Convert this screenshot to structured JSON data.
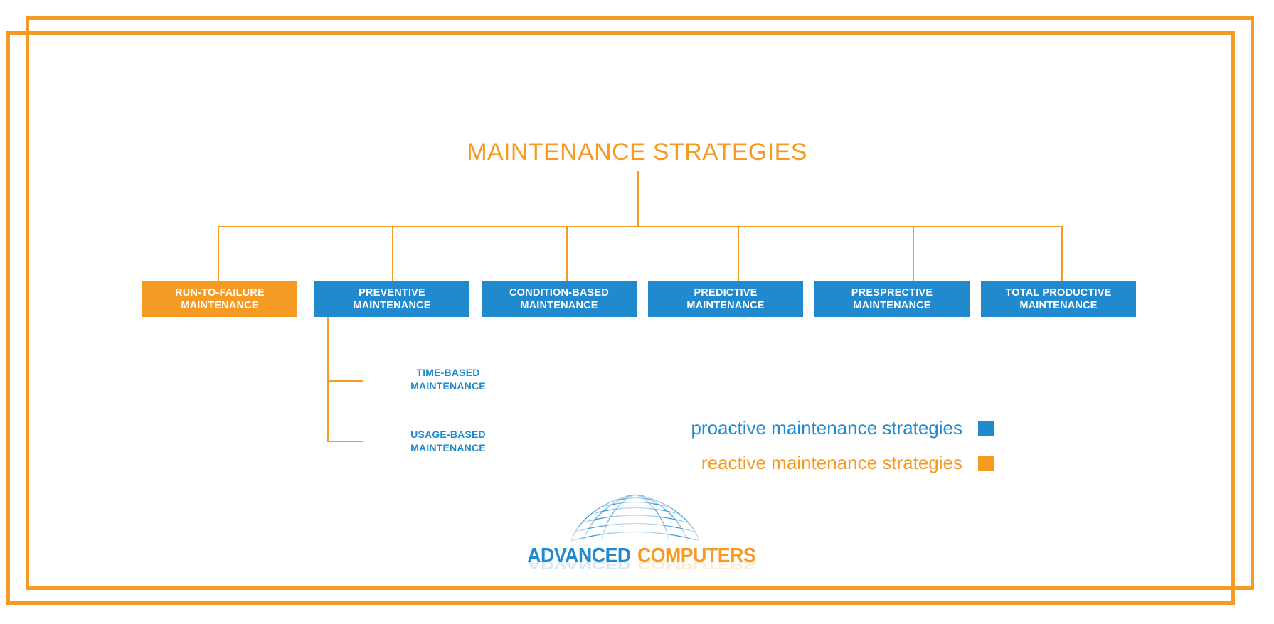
{
  "page": {
    "title": "MAINTENANCE STRATEGIES",
    "background_color": "#ffffff",
    "accent_orange": "#F59A23",
    "accent_blue": "#2189CE"
  },
  "frame": {
    "name": "decorative-orange-double-border",
    "color": "#F59A23"
  },
  "tree": {
    "root_label": "MAINTENANCE STRATEGIES",
    "nodes": [
      {
        "line1": "RUN-TO-FAILURE",
        "line2": "MAINTENANCE",
        "category": "reactive",
        "color": "#F59A23"
      },
      {
        "line1": "PREVENTIVE",
        "line2": "MAINTENANCE",
        "category": "proactive",
        "color": "#2189CE"
      },
      {
        "line1": "CONDITION-BASED",
        "line2": "MAINTENANCE",
        "category": "proactive",
        "color": "#2189CE"
      },
      {
        "line1": "PREDICTIVE",
        "line2": "MAINTENANCE",
        "category": "proactive",
        "color": "#2189CE"
      },
      {
        "line1": "PRESPRECTIVE",
        "line2": "MAINTENANCE",
        "category": "proactive",
        "color": "#2189CE"
      },
      {
        "line1": "TOTAL PRODUCTIVE",
        "line2": "MAINTENANCE",
        "category": "proactive",
        "color": "#2189CE"
      }
    ],
    "sub_nodes": [
      {
        "line1": "TIME-BASED",
        "line2": "MAINTENANCE",
        "parent": "PREVENTIVE MAINTENANCE",
        "color": "#2189CE"
      },
      {
        "line1": "USAGE-BASED",
        "line2": "MAINTENANCE",
        "parent": "PREVENTIVE MAINTENANCE",
        "color": "#2189CE"
      }
    ]
  },
  "legend": {
    "items": [
      {
        "label": "proactive maintenance strategies",
        "color": "#2189CE"
      },
      {
        "label": "reactive maintenance strategies",
        "color": "#F59A23"
      }
    ]
  },
  "logo": {
    "word1": "ADVANCED",
    "word2": "COMPUTERS",
    "word1_color": "#2189CE",
    "word2_color": "#F59A23"
  }
}
